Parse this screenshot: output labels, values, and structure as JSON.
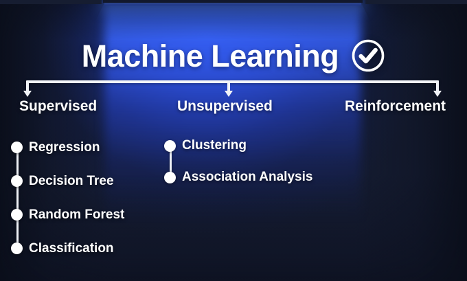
{
  "theme": {
    "background_dark": "#151c30",
    "spotlight_blue": "#2f58ee",
    "lamp_blue": "#4f7dff",
    "text_color": "#ffffff",
    "connector_color": "#f2f4f8"
  },
  "header": {
    "title": "Machine Learning",
    "icon": "check-circle-icon"
  },
  "branches": [
    {
      "id": "supervised",
      "label": "Supervised",
      "items": [
        {
          "label": "Regression"
        },
        {
          "label": "Decision Tree"
        },
        {
          "label": "Random Forest"
        },
        {
          "label": "Classification"
        }
      ]
    },
    {
      "id": "unsupervised",
      "label": "Unsupervised",
      "items": [
        {
          "label": "Clustering"
        },
        {
          "label": "Association Analysis"
        }
      ]
    },
    {
      "id": "reinforcement",
      "label": "Reinforcement",
      "items": []
    }
  ]
}
